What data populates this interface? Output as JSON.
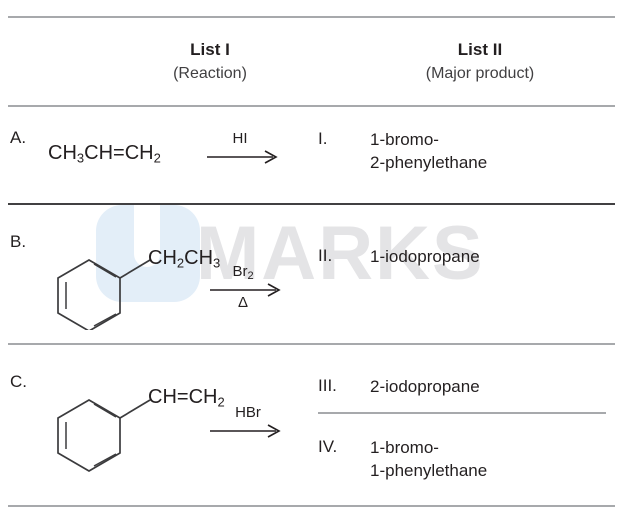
{
  "header": {
    "left": {
      "title": "List I",
      "subtitle": "(Reaction)"
    },
    "right": {
      "title": "List II",
      "subtitle": "(Major product)"
    }
  },
  "reactions": [
    {
      "label": "A.",
      "reactant_text": "CH3CH",
      "bond": "=",
      "reactant_tail": "CH2",
      "reagent_above": "HI",
      "reagent_below": "",
      "structure": "none"
    },
    {
      "label": "B.",
      "substituent": "CH2CH3",
      "reagent_above": "Br2",
      "reagent_below": "Δ",
      "structure": "benzene-ring"
    },
    {
      "label": "C.",
      "substituent": "CH",
      "bond": "=",
      "substituent_tail": "CH2",
      "reagent_above": "HBr",
      "reagent_below": "",
      "structure": "benzene-ring"
    }
  ],
  "products": [
    {
      "num": "I.",
      "name": "1-bromo-\n2-phenylethane"
    },
    {
      "num": "II.",
      "name": "1-iodopropane"
    },
    {
      "num": "III.",
      "name": "2-iodopropane"
    },
    {
      "num": "IV.",
      "name": "1-bromo-\n1-phenylethane"
    }
  ],
  "watermark": {
    "text": "MARKS",
    "logo_color": "#e3eef8",
    "text_color": "#e4e4e6"
  },
  "colors": {
    "rule": "#a7a9ac",
    "rule_dark": "#414042",
    "ink": "#231f20"
  }
}
